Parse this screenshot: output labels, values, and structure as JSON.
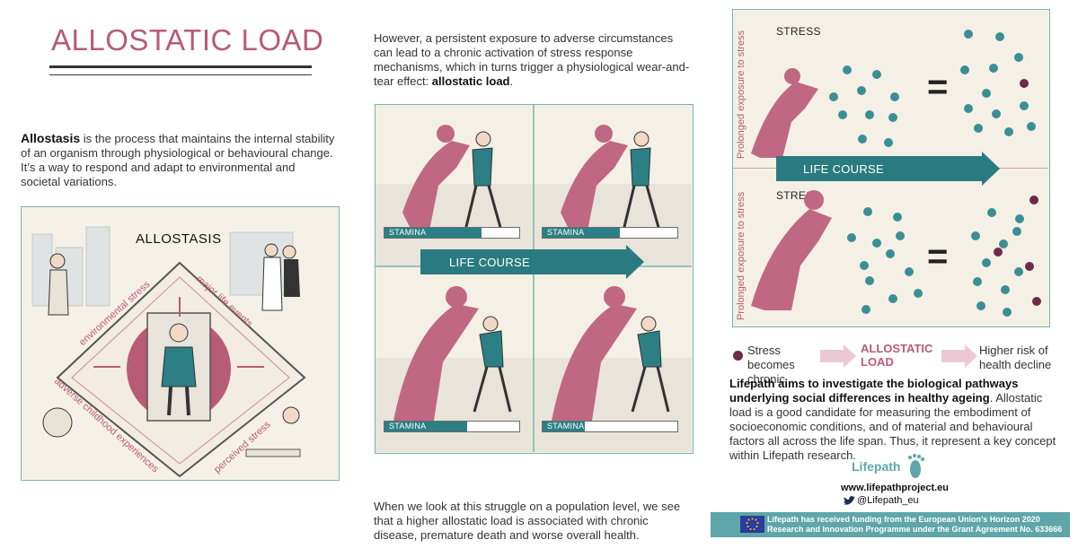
{
  "title": "ALLOSTATIC LOAD",
  "intro": {
    "term": "Allostasis",
    "text": " is the process that maintains the internal stability of an organism through physiological or behavioural change. It’s a way to respond and adapt to environmental and societal variations."
  },
  "allostasis_panel": {
    "heading": "ALLOSTASIS",
    "labels": [
      "environmental stress",
      "major life events",
      "adverse childhood experiences",
      "perceived stress"
    ]
  },
  "middle": {
    "top_text_a": "However, a persistent exposure to adverse circumstances can lead to a chronic activation of stress response mechanisms, which in turns trigger a physiological wear-and-tear effect: ",
    "top_text_b": "allostatic load",
    "top_text_c": ".",
    "life_course": "LIFE COURSE",
    "stamina_label": "STAMINA",
    "stamina_levels": [
      0.72,
      0.57,
      0.61,
      0.31
    ],
    "bottom_text": "When we look at this struggle on a population level, we see that a higher allostatic load is associated with chronic disease, premature death and worse overall health."
  },
  "right": {
    "stress_label": "STRESS",
    "vertical_label": "Prolonged exposure to stress",
    "life_course": "LIFE COURSE",
    "equals": "=",
    "flow": {
      "step1": "Stress becomes chronic",
      "step2": "ALLOSTATIC LOAD",
      "step3": "Higher risk of health decline"
    },
    "para_bold": "Lifepath aims to investigate the biological pathways underlying social differences in healthy ageing",
    "para_rest": ". Allostatic load is a good candidate for measuring the embodiment of socioeconomic conditions, and of material and behavioural factors all across the life span. Thus, it represent a key concept within Lifepath research."
  },
  "footer": {
    "logo_text": "Lifepath",
    "website": "www.lifepathproject.eu",
    "twitter": "@Lifepath_eu",
    "funding": "Lifepath has received funding from the European Union’s Horizon 2020 Research and Innovation Programme under the Grant Agreement No. 633666"
  },
  "colors": {
    "accent": "#b85b76",
    "teal": "#2a7b7f",
    "panel_bg": "#f5f0e6"
  }
}
